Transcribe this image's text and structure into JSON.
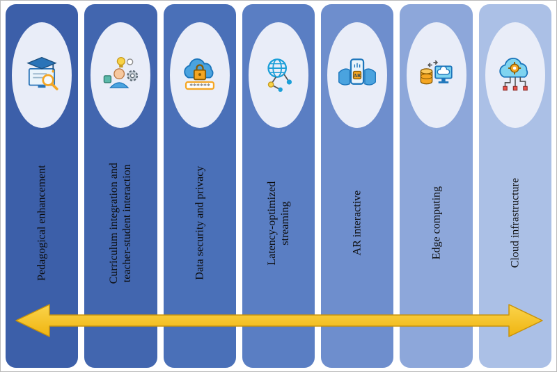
{
  "figure": {
    "background": "#ffffff",
    "ellipse_color": "#e9edf8",
    "label_text_color": "#0b0b0b"
  },
  "arrow": {
    "color": "#F2BB16",
    "stroke": "#C8920A",
    "direction": "bidirectional"
  },
  "icons": {
    "password_mask": "******",
    "ar_label": "AR"
  },
  "columns": [
    {
      "label": "Pedagogical enhancement",
      "color": "#3c5fa9",
      "icon": "pedagogical-enhancement-icon"
    },
    {
      "label": "Curriculum integration and teacher-student interaction",
      "color": "#4266af",
      "icon": "curriculum-integration-icon"
    },
    {
      "label": "Data security and privacy",
      "color": "#4a70b8",
      "icon": "data-security-icon"
    },
    {
      "label": "Latency-optimized streaming",
      "color": "#5a7ec3",
      "icon": "latency-streaming-icon"
    },
    {
      "label": "AR interactive",
      "color": "#6e8ecd",
      "icon": "ar-interactive-icon"
    },
    {
      "label": "Edge computing",
      "color": "#8da7da",
      "icon": "edge-computing-icon"
    },
    {
      "label": "Cloud infrastructure",
      "color": "#abc0e6",
      "icon": "cloud-infrastructure-icon"
    }
  ]
}
